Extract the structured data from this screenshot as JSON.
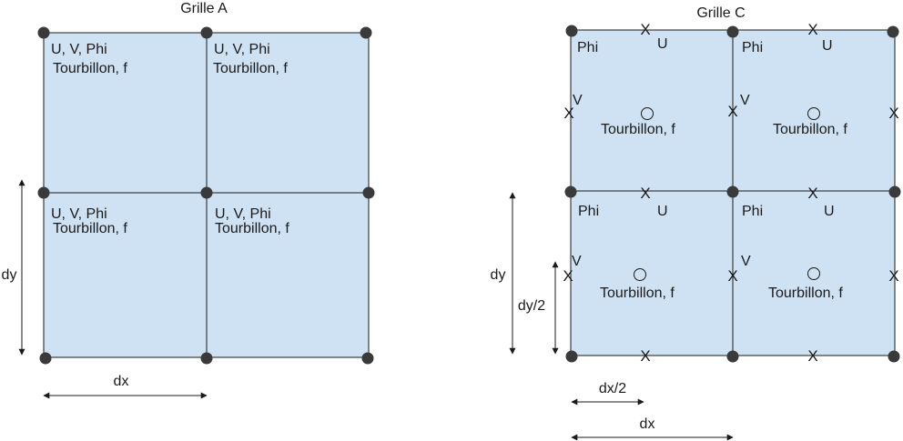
{
  "colors": {
    "cell_fill": "#cfe2f3",
    "line": "#1a1a1a",
    "node": "#3a3a3a"
  },
  "grid_a": {
    "title": "Grille A",
    "cell_line1": "U, V, Phi",
    "cell_line2": "Tourbillon, f",
    "dy": "dy",
    "dx": "dx"
  },
  "grid_c": {
    "title": "Grille C",
    "phi": "Phi",
    "u": "U",
    "v": "V",
    "vorticity": "Tourbillon, f",
    "cross": "X",
    "dy": "dy",
    "dy_half": "dy/2",
    "dx_half": "dx/2",
    "dx": "dx"
  },
  "icons": {
    "grid_node": "filled-circle",
    "vorticity_point": "hollow-circle",
    "velocity_point": "x-mark",
    "dimension_arrow": "double-headed-arrow"
  }
}
